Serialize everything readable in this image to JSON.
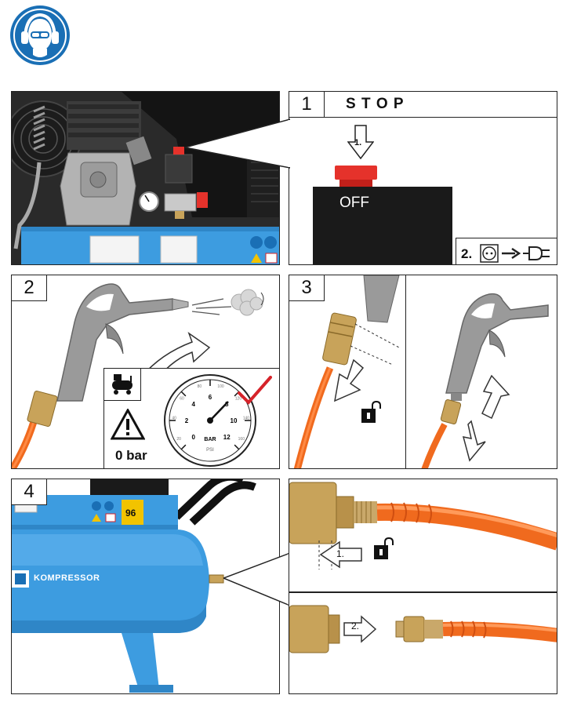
{
  "ppe_icon": "ear-and-eye-protection-icon",
  "colors": {
    "ppe_blue": "#1a6fb5",
    "compressor_blue": "#3d9ce0",
    "hose_orange": "#f06a1e",
    "brass": "#c8a35a",
    "stop_red": "#e5322b",
    "check_red": "#d6232a"
  },
  "steps": {
    "step1": {
      "number": "1",
      "title": "S T O P",
      "arrow_label": "1.",
      "switch_label": "OFF",
      "unplug_label": "2."
    },
    "step2": {
      "number": "2",
      "pressure_label": "0 bar",
      "gauge": {
        "bar_label": "BAR",
        "psi_label": "PSI",
        "bar_ticks": [
          "0",
          "2",
          "4",
          "6",
          "8",
          "10",
          "12"
        ],
        "psi_ticks": [
          "20",
          "40",
          "60",
          "80",
          "100",
          "120",
          "140",
          "160"
        ]
      }
    },
    "step3": {
      "number": "3"
    },
    "step4": {
      "number": "4",
      "brand": "KOMPRESSOR",
      "label_96": "96",
      "arrow1_label": "1.",
      "arrow2_label": "2."
    }
  }
}
